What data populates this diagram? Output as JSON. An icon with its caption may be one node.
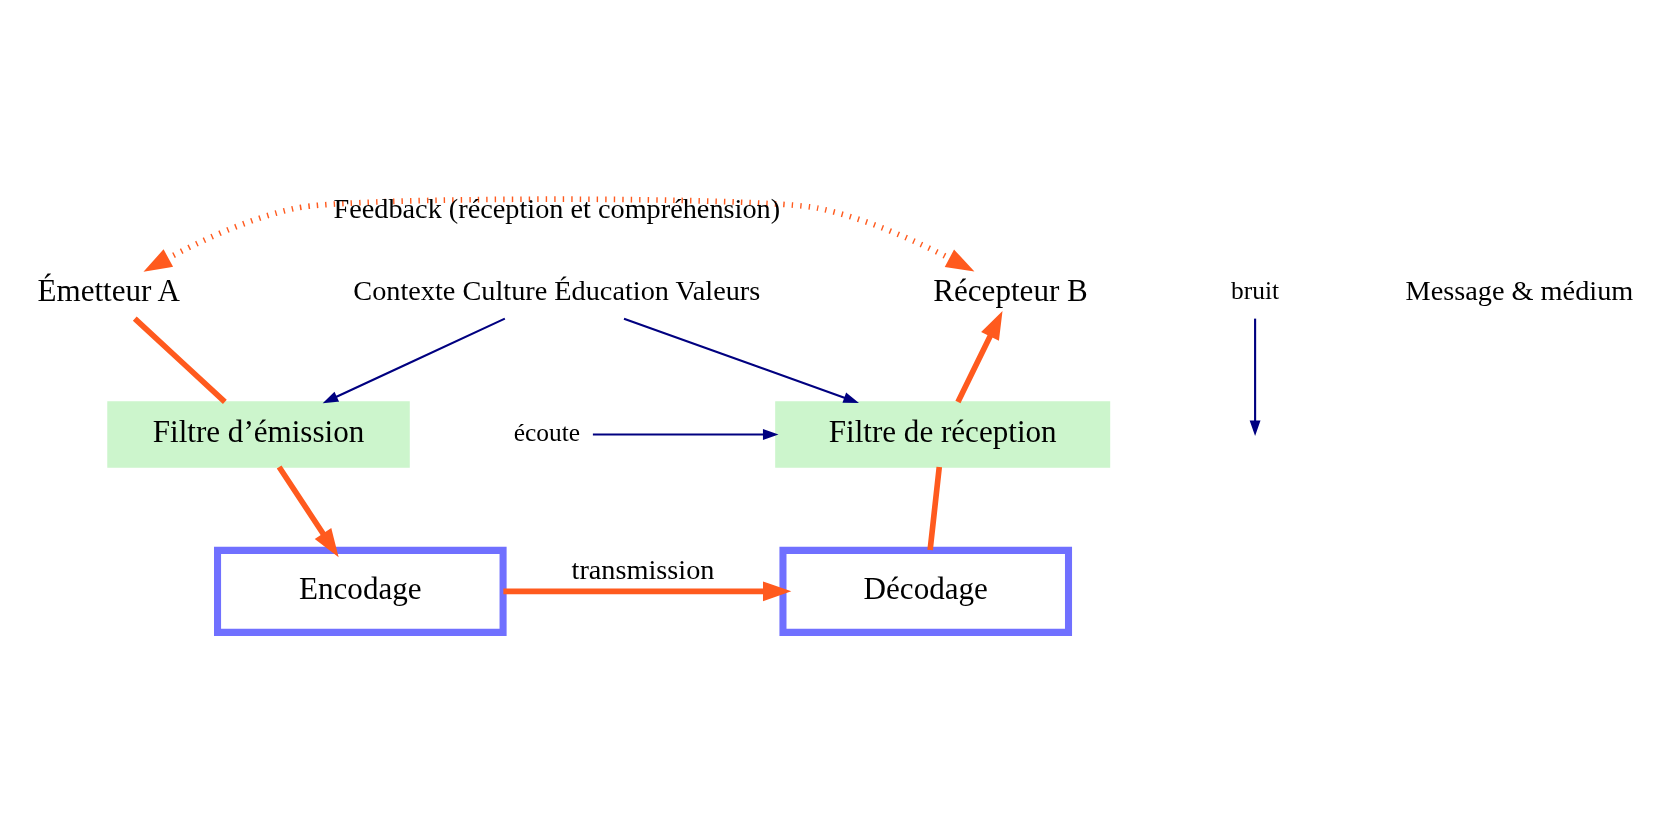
{
  "diagram": {
    "nodes": [
      {
        "text": [
          "Émetteur A"
        ]
      },
      {
        "text": [
          "Filtre d’émission"
        ]
      },
      {
        "text": [
          "Encodage"
        ]
      },
      {
        "text": [
          "Décodage"
        ]
      },
      {
        "text": [
          "Filtre de réception"
        ]
      },
      {
        "text": [
          "Récepteur B"
        ]
      },
      {
        "text": [
          "Contexte Culture Éducation Valeurs"
        ]
      },
      {
        "text": [
          "écoute"
        ]
      },
      {
        "text": [
          "bruit"
        ]
      }
    ],
    "edges": [
      {
        "from": 0,
        "to": 5,
        "arrow": "both",
        "style": "dashed",
        "label": "Feedback (réception et compréhension)"
      },
      {
        "from": 0,
        "to": 1,
        "arrow": "none"
      },
      {
        "from": 1,
        "to": 2,
        "arrow": "to"
      },
      {
        "from": 2,
        "to": 3,
        "arrow": "to",
        "label": "transmission"
      },
      {
        "from": 3,
        "to": 4,
        "arrow": "none"
      },
      {
        "from": 4,
        "to": 5,
        "arrow": "to"
      },
      {
        "from": 6,
        "to": 1,
        "arrow": "to",
        "color": "#000080"
      },
      {
        "from": 6,
        "to": 4,
        "arrow": "to",
        "color": "#000080"
      },
      {
        "from": 7,
        "to": 4,
        "arrow": "to",
        "color": "#000080"
      },
      {
        "from": 8,
        "to": null,
        "arrow": "to",
        "color": "#000080"
      }
    ],
    "labels": [
      "Message & médium"
    ]
  }
}
